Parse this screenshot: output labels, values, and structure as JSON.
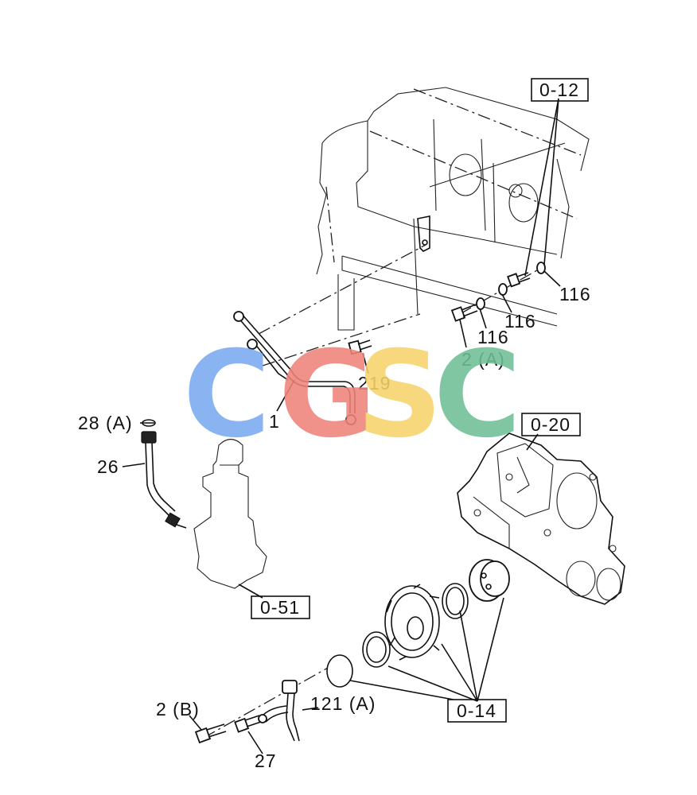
{
  "callouts": {
    "ref_0_12": "0-12",
    "ref_0_20": "0-20",
    "ref_0_51": "0-51",
    "ref_0_14": "0-14",
    "part_116_a": "116",
    "part_116_b": "116",
    "part_116_c": "116",
    "part_2a": "2 (A)",
    "part_219": "219",
    "part_1": "1",
    "part_28a": "28 (A)",
    "part_26": "26",
    "part_2b": "2 (B)",
    "part_121a": "121 (A)",
    "part_27": "27"
  },
  "watermark": {
    "letters": [
      "C",
      "G",
      "S",
      "C"
    ],
    "colors": [
      "#7aaaf0",
      "#f0837a",
      "#f8d36a",
      "#6fbf97"
    ]
  }
}
